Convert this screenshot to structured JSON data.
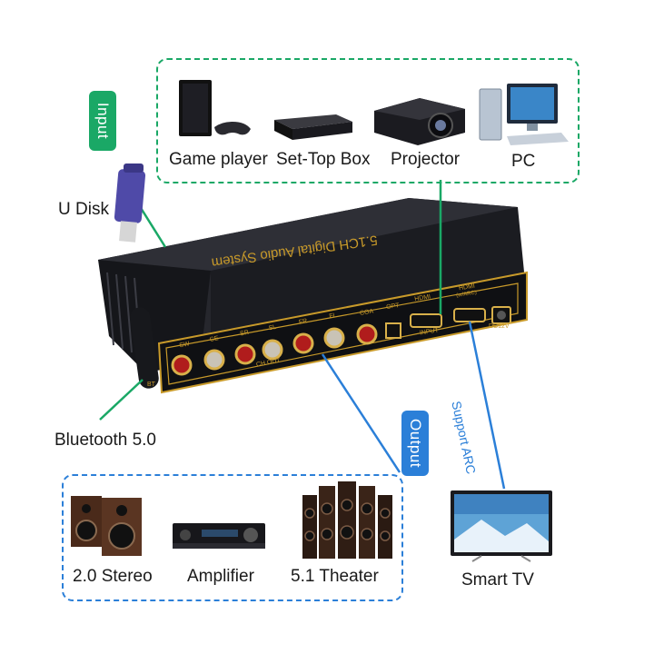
{
  "input_section": {
    "tag": "Input",
    "devices": [
      {
        "label": "Game player",
        "icon": "game-console-icon"
      },
      {
        "label": "Set-Top Box",
        "icon": "set-top-box-icon"
      },
      {
        "label": "Projector",
        "icon": "projector-icon"
      },
      {
        "label": "PC",
        "icon": "pc-monitor-icon"
      }
    ],
    "usb_label": "U Disk"
  },
  "device": {
    "title": "5.1CH Digital Audio System",
    "channel_labels": [
      "SW",
      "CE",
      "SR",
      "SL",
      "FR",
      "FL"
    ],
    "input_labels": [
      "COA",
      "OPT",
      "HDMI",
      "HDMI"
    ],
    "arc_text": "(w/ARC)",
    "input_group_label": "INPUT",
    "ch_out_label": "CH OUT",
    "power_label": "DC12V",
    "antenna_label": "BT"
  },
  "bluetooth": {
    "label": "Bluetooth 5.0"
  },
  "output_section": {
    "tag": "Output",
    "devices": [
      {
        "label": "2.0 Stereo",
        "icon": "stereo-speakers-icon"
      },
      {
        "label": "Amplifier",
        "icon": "amplifier-icon"
      },
      {
        "label": "5.1 Theater",
        "icon": "home-theater-icon"
      }
    ]
  },
  "smart_tv": {
    "label": "Smart TV",
    "arc_note": "Support ARC"
  },
  "colors": {
    "input_accent": "#1aa866",
    "output_accent": "#2b7fd8",
    "device_body": "#1c1d22",
    "gold": "#c89a2a"
  }
}
